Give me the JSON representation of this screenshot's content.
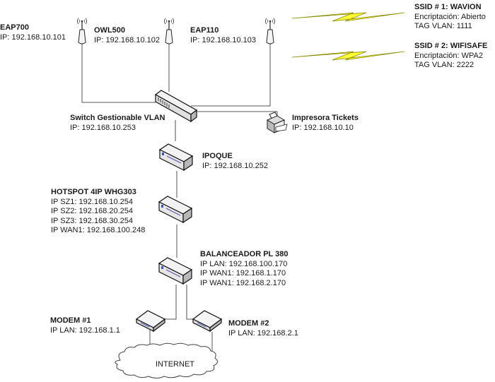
{
  "nodes": {
    "eap700": {
      "title": "EAP700",
      "lines": [
        "IP: 192.168.10.101"
      ]
    },
    "owl500": {
      "title": "OWL500",
      "lines": [
        "IP: 192.168.10.102"
      ]
    },
    "eap110": {
      "title": "EAP110",
      "lines": [
        "IP: 192.168.10.103"
      ]
    },
    "switch": {
      "title": "Switch Gestionable VLAN",
      "lines": [
        "IP: 192.168.10.253"
      ]
    },
    "printer": {
      "title": "Impresora Tickets",
      "lines": [
        "IP: 192.168.10.10"
      ]
    },
    "ipoque": {
      "title": "IPOQUE",
      "lines": [
        "IP: 192.168.10.252"
      ]
    },
    "hotspot": {
      "title": "HOTSPOT 4IP WHG303",
      "lines": [
        "IP SZ1: 192.168.10.254",
        "IP SZ2: 192.168.20.254",
        "IP SZ3: 192.168.30.254",
        "IP WAN1: 192.168.100.248"
      ]
    },
    "balanceador": {
      "title": "BALANCEADOR PL 380",
      "lines": [
        "IP LAN: 192.168.100.170",
        "IP WAN1: 192.168.1.170",
        "IP WAN1: 192.168.2.170"
      ]
    },
    "modem1": {
      "title": "MODEM #1",
      "lines": [
        "IP LAN: 192.168.1.1"
      ]
    },
    "modem2": {
      "title": "MODEM #2",
      "lines": [
        "IP LAN: 192.168.2.1"
      ]
    },
    "internet": {
      "title": "INTERNET"
    }
  },
  "ssids": [
    {
      "title": "SSID # 1: WAVION",
      "lines": [
        "Encriptación: Abierto",
        "TAG VLAN: 1111"
      ]
    },
    {
      "title": "SSID # 2: WIFISAFE",
      "lines": [
        "Encriptación: WPA2",
        "TAG VLAN: 2222"
      ]
    }
  ],
  "colors": {
    "wire": "#555555",
    "lightning": "#ffff33",
    "lightning_edge": "#8a8a00"
  }
}
